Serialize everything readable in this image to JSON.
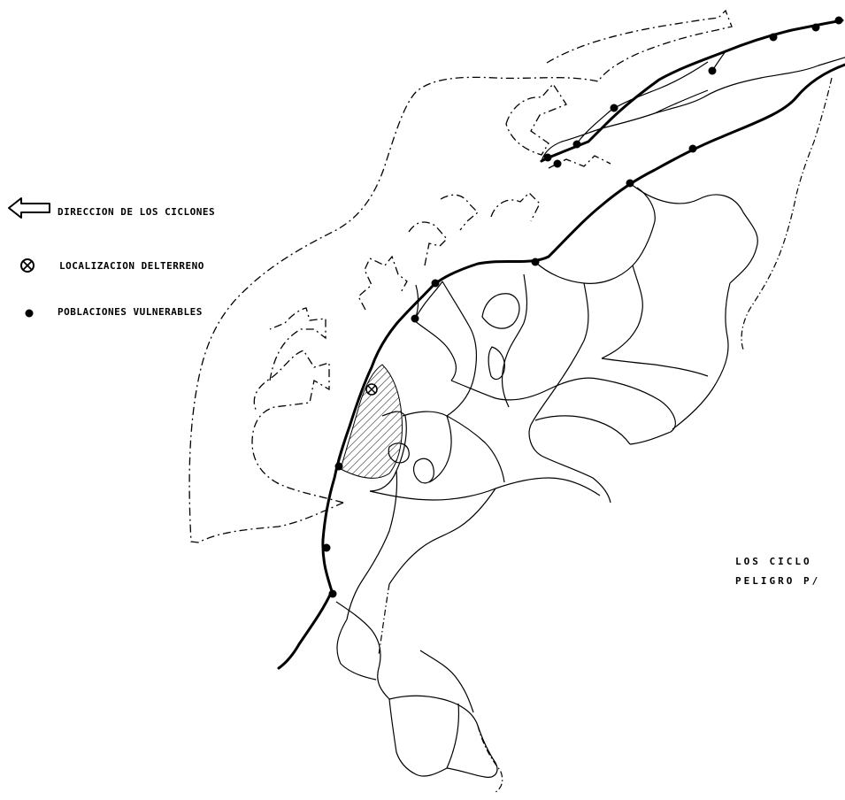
{
  "legend": {
    "items": [
      {
        "icon": "hollow-arrow-left-icon",
        "label": "DIRECCION DE LOS CICLONES"
      },
      {
        "icon": "circle-x-icon",
        "label": "LOCALIZACION DELTERRENO"
      },
      {
        "icon": "filled-dot-icon",
        "label": "POBLACIONES VULNERABLES"
      }
    ]
  },
  "note": {
    "line1": "LOS CICLO",
    "line2": "PELIGRO P/"
  },
  "colors": {
    "ink": "#000000",
    "background": "#ffffff"
  }
}
